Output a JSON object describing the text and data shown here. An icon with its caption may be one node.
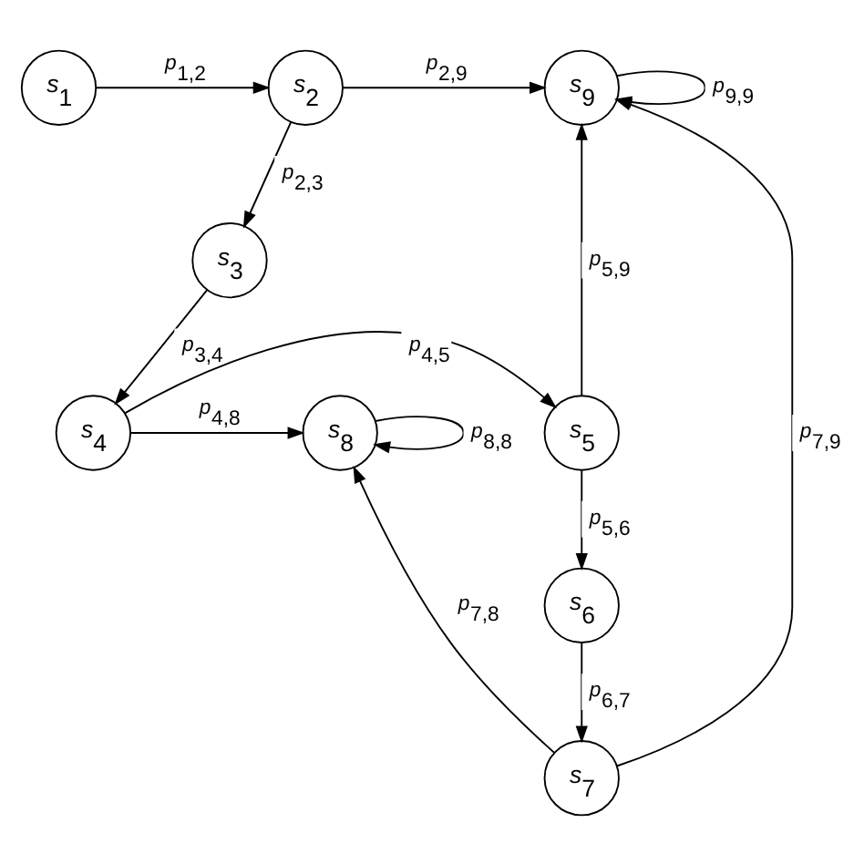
{
  "diagram": {
    "nodes": [
      {
        "text": [
          "s$_{1}$"
        ]
      },
      {
        "text": [
          "s$_{2}$"
        ]
      },
      {
        "text": [
          "s$_{3}$"
        ]
      },
      {
        "text": [
          "s$_{4}$"
        ]
      },
      {
        "text": [
          "s$_{5}$"
        ]
      },
      {
        "text": [
          "s$_{6}$"
        ]
      },
      {
        "text": [
          "s$_{7}$"
        ]
      },
      {
        "text": [
          "s$_{8}$"
        ]
      },
      {
        "text": [
          "s$_{9}$"
        ]
      }
    ],
    "edges": [
      {
        "from": 0,
        "to": 1,
        "arrow": "to",
        "label": "p$_{1,2}$"
      },
      {
        "from": 1,
        "to": 8,
        "arrow": "to",
        "label": "p$_{2,9}$"
      },
      {
        "from": 1,
        "to": 2,
        "arrow": "to",
        "label": "p$_{2,3}$"
      },
      {
        "from": 2,
        "to": 3,
        "arrow": "to",
        "label": "p$_{3,4}$"
      },
      {
        "from": 3,
        "to": 7,
        "arrow": "to",
        "label": "p$_{4,8}$"
      },
      {
        "from": 3,
        "to": 4,
        "arrow": "to",
        "label": "p$_{4,5}$"
      },
      {
        "from": 4,
        "to": 8,
        "arrow": "to",
        "label": "p$_{5,9}$"
      },
      {
        "from": 4,
        "to": 5,
        "arrow": "to",
        "label": "p$_{5,6}$"
      },
      {
        "from": 5,
        "to": 6,
        "arrow": "to",
        "label": "p$_{6,7}$"
      },
      {
        "from": 6,
        "to": 7,
        "arrow": "to",
        "label": "p$_{7,8}$"
      },
      {
        "from": 6,
        "to": 8,
        "arrow": "to",
        "label": "p$_{7,9}$"
      },
      {
        "from": 7,
        "to": 7,
        "arrow": "to",
        "label": "p$_{8,8}$"
      },
      {
        "from": 8,
        "to": 8,
        "arrow": "to",
        "label": "p$_{9,9}$"
      }
    ]
  }
}
